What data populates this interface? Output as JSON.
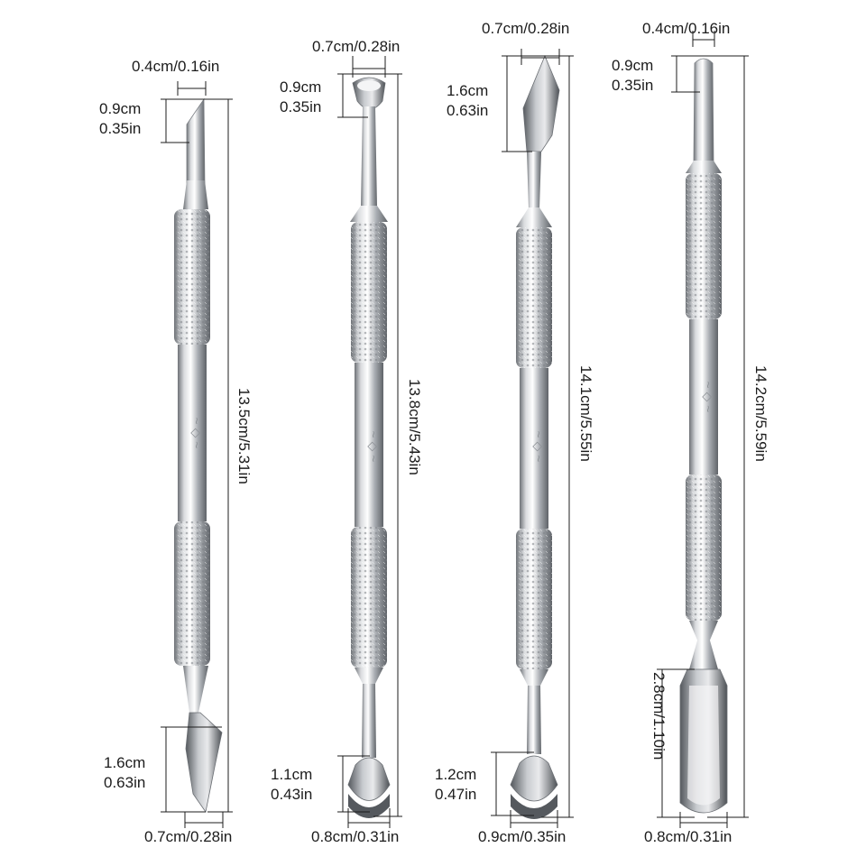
{
  "tools": [
    {
      "top_width": "0.4cm/0.16in",
      "top_length": [
        "0.9cm",
        "0.35in"
      ],
      "total_length": "13.5cm/5.31in",
      "bottom_length": [
        "1.6cm",
        "0.63in"
      ],
      "bottom_width": "0.7cm/0.28in"
    },
    {
      "top_width": "0.7cm/0.28in",
      "top_length": [
        "0.9cm",
        "0.35in"
      ],
      "total_length": "13.8cm/5.43in",
      "bottom_length": [
        "1.1cm",
        "0.43in"
      ],
      "bottom_width": "0.8cm/0.31in"
    },
    {
      "top_width": "0.7cm/0.28in",
      "top_length": [
        "1.6cm",
        "0.63in"
      ],
      "total_length": "14.1cm/5.55in",
      "bottom_length": [
        "1.2cm",
        "0.47in"
      ],
      "bottom_width": "0.9cm/0.35in"
    },
    {
      "top_width": "0.4cm/0.16in",
      "top_length": [
        "0.9cm",
        "0.35in"
      ],
      "total_length": "14.2cm/5.59in",
      "bottom_length": "2.8cm/1.10in",
      "bottom_width": "0.8cm/0.31in"
    }
  ],
  "colors": {
    "steel_light": "#f2f3f4",
    "steel_mid": "#b9bcc0",
    "steel_dark": "#6e7277",
    "line": "#1c1c1c"
  }
}
